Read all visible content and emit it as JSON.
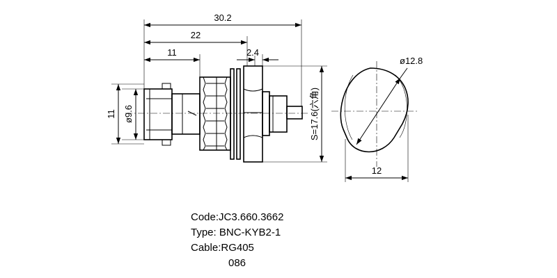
{
  "dimensions": {
    "overall_length": "30.2",
    "body_length": "22",
    "front_length": "11",
    "rear_offset": "2.4",
    "height": "11",
    "front_diameter": "ø9.6",
    "hex_across_flats": "S=17.6(六角)",
    "nut_diameter": "ø12.8",
    "nut_width": "12"
  },
  "info": {
    "code": "Code:JC3.660.3662",
    "type": "Type: BNC-KYB2-1",
    "cable": "Cable:RG405",
    "number": "086"
  }
}
